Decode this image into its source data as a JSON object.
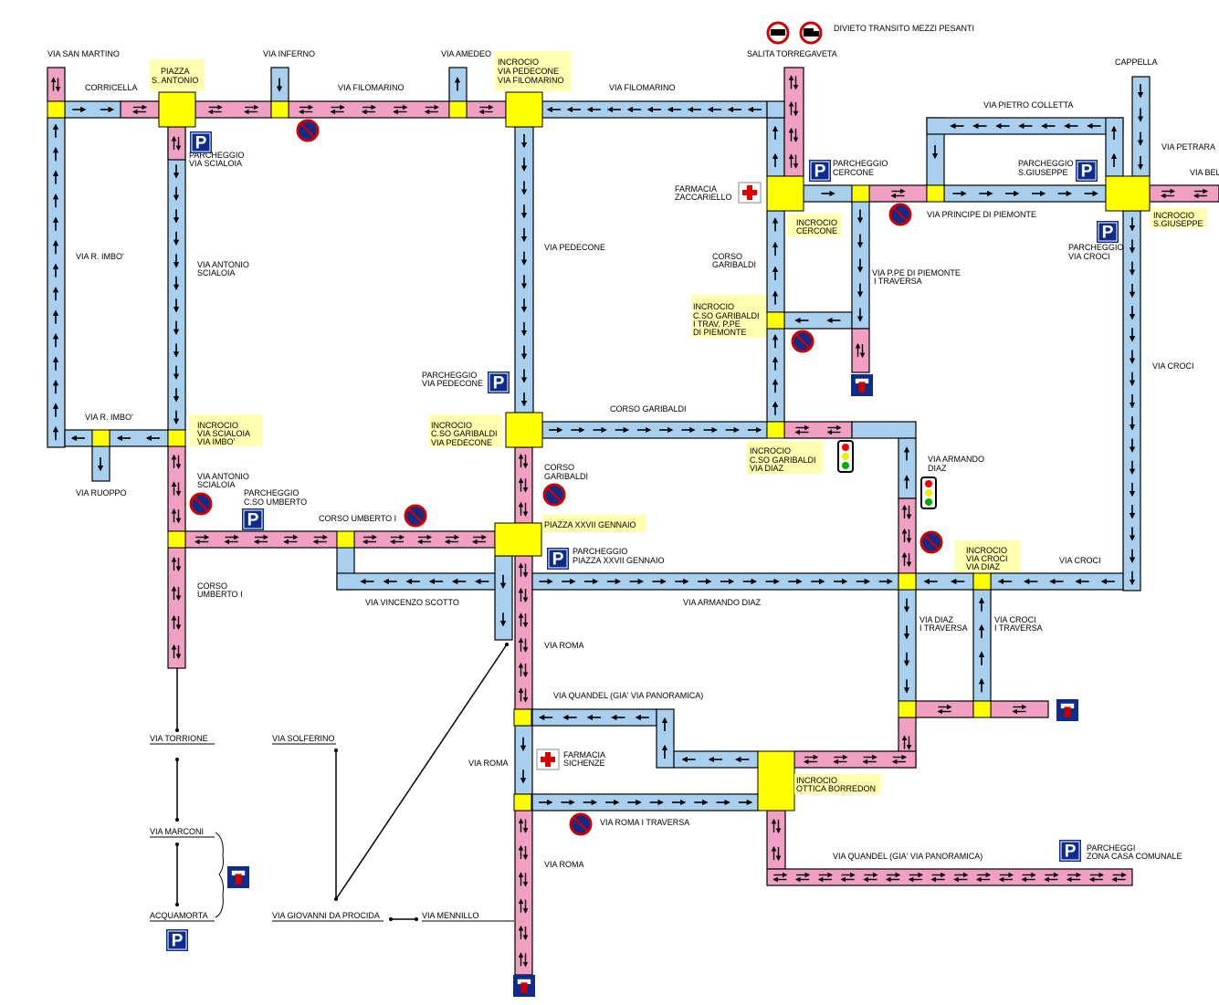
{
  "legend": {
    "heavy_vehicles_ban": "DIVIETO TRANSITO MEZZI PESANTI",
    "icons": [
      "no-heavy-vehicles-sign",
      "no-trucks-sign",
      "no-parking-sign",
      "parking-sign",
      "dead-end-sign",
      "pharmacy-cross",
      "traffic-light"
    ]
  },
  "colors": {
    "one_way": "#a8cfee",
    "two_way": "#f19fc3",
    "junction": "#ffff00",
    "note": "#ffffb0",
    "sign_blue": "#0d2c8c"
  },
  "streets": {
    "san_martino": "VIA SAN MARTINO",
    "corricella": "CORRICELLA",
    "inferno": "VIA INFERNO",
    "filomarino_w": "VIA FILOMARINO",
    "amedeo": "VIA AMEDEO",
    "filomarino_e": "VIA FILOMARINO",
    "salita_torregaveta": "SALITA TORREGAVETA",
    "cappella": "CAPPELLA",
    "pietro_colletta": "VIA PIETRO COLLETTA",
    "petrara": "VIA PETRARA",
    "bel": "VIA BEL",
    "principe_piemonte": "VIA PRINCIPE DI PIEMONTE",
    "rimbo_vertical": "VIA R. IMBO'",
    "rimbo_horizontal": "VIA R. IMBO'",
    "scialoia_1": "VIA ANTONIO",
    "scialoia_2": "SCIALOIA",
    "pedecone": "VIA PEDECONE",
    "garibaldi_north_1": "CORSO",
    "garibaldi_north_2": "GARIBALDI",
    "ppe_piemonte_1": "VIA P.PE DI PIEMONTE",
    "ppe_piemonte_2": "I TRAVERSA",
    "croci": "VIA CROCI",
    "corso_garibaldi": "CORSO GARIBALDI",
    "ruoppo": "VIA RUOPPO",
    "scialoia_s1": "VIA ANTONIO",
    "scialoia_s2": "SCIALOIA",
    "garibaldi_mid_1": "CORSO",
    "garibaldi_mid_2": "GARIBALDI",
    "armando_diaz_1": "VIA ARMANDO",
    "armando_diaz_2": "DIAZ",
    "corso_umberto": "CORSO UMBERTO I",
    "croci_h": "VIA CROCI",
    "umberto_v1": "CORSO",
    "umberto_v2": "UMBERTO I",
    "vincenzo_scotto": "VIA VINCENZO SCOTTO",
    "armando_diaz_h": "VIA ARMANDO DIAZ",
    "diaz_trav_1": "VIA DIAZ",
    "diaz_trav_2": "I TRAVERSA",
    "croci_trav_1": "VIA CROCI",
    "croci_trav_2": "I TRAVERSA",
    "roma_1": "VIA ROMA",
    "quandel_1": "VIA QUANDEL (GIA' VIA PANORAMICA)",
    "roma_2": "VIA ROMA",
    "roma_trav": "VIA ROMA I TRAVERSA",
    "quandel_2": "VIA QUANDEL (GIA' VIA PANORAMICA)",
    "roma_3": "VIA ROMA",
    "torrione": "VIA TORRIONE",
    "solferino": "VIA SOLFERINO",
    "marconi": "VIA MARCONI",
    "acquamorta": "ACQUAMORTA",
    "giovanni_procida": "VIA GIOVANNI DA PROCIDA",
    "mennillo": "VIA MENNILLO"
  },
  "notes": {
    "piazza_antonio_1": "PIAZZA",
    "piazza_antonio_2": "S. ANTONIO",
    "incr_pedecone_1": "INCROCIO",
    "incr_pedecone_2": "VIA PEDECONE",
    "incr_pedecone_3": "VIA FILOMARINO",
    "incr_cercone_1": "INCROCIO",
    "incr_cercone_2": "CERCONE",
    "incr_sgiuseppe_1": "INCROCIO",
    "incr_sgiuseppe_2": "S.GIUSEPPE",
    "incr_trav_1": "INCROCIO",
    "incr_trav_2": "C.SO GARIBALDI",
    "incr_trav_3": "I TRAV. P.PE",
    "incr_trav_4": "DI PIEMONTE",
    "incr_imbo_1": "INCROCIO",
    "incr_imbo_2": "VIA SCIALOIA",
    "incr_imbo_3": "VIA IMBO'",
    "incr_garped_1": "INCROCIO",
    "incr_garped_2": "C.SO GARIBALDI",
    "incr_garped_3": "VIA PEDECONE",
    "incr_gardiaz_1": "INCROCIO",
    "incr_gardiaz_2": "C.SO GARIBALDI",
    "incr_gardiaz_3": "VIA DIAZ",
    "piazza_xxvii": "PIAZZA XXVII GENNAIO",
    "incr_crocidiaz_1": "INCROCIO",
    "incr_crocidiaz_2": "VIA CROCI",
    "incr_crocidiaz_3": "VIA DIAZ",
    "incr_borredon_1": "INCROCIO",
    "incr_borredon_2": "OTTICA BORREDON"
  },
  "parking": {
    "scialoia_1": "PARCHEGGIO",
    "scialoia_2": "VIA SCIALOIA",
    "cercone_1": "PARCHEGGIO",
    "cercone_2": "CERCONE",
    "sgiuseppe_1": "PARCHEGGIO",
    "sgiuseppe_2": "S.GIUSEPPE",
    "croci_1": "PARCHEGGIO",
    "croci_2": "VIA CROCI",
    "pedecone_1": "PARCHEGGIO",
    "pedecone_2": "VIA PEDECONE",
    "umberto_1": "PARCHEGGIO",
    "umberto_2": "C.SO UMBERTO",
    "xxvii_1": "PARCHEGGIO",
    "xxvii_2": "PIAZZA XXVII GENNAIO",
    "comunale_1": "PARCHEGGI",
    "comunale_2": "ZONA CASA COMUNALE",
    "letter": "P"
  },
  "pharmacies": {
    "zaccariello_1": "FARMACIA",
    "zaccariello_2": "ZACCARIELLO",
    "sichenze_1": "FARMACIA",
    "sichenze_2": "SICHENZE"
  },
  "dead_end_letter": "T"
}
